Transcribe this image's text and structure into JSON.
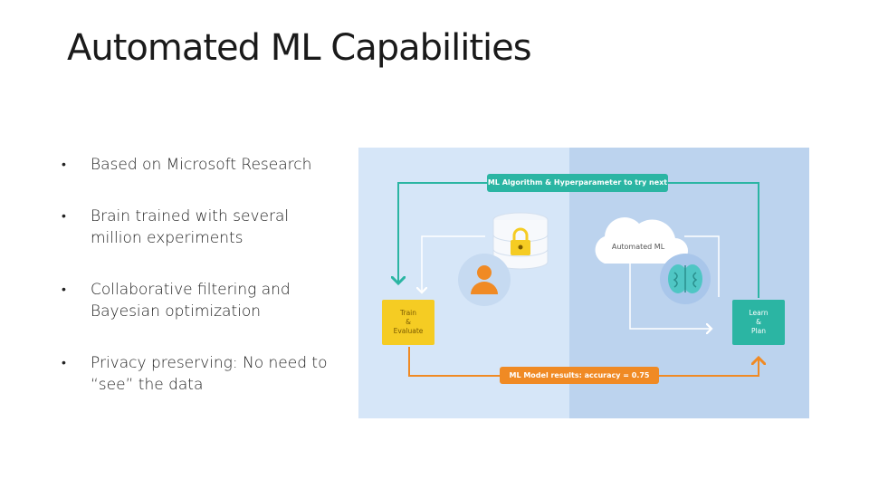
{
  "slide": {
    "title": "Automated ML Capabilities"
  },
  "bullets": [
    {
      "marker": "•",
      "text": "Based on Microsoft Research"
    },
    {
      "marker": "•",
      "text": "Brain trained with several million experiments"
    },
    {
      "marker": "•",
      "text": "Collaborative filtering and Bayesian optimization"
    },
    {
      "marker": "•",
      "text": "Privacy preserving: No need to “see” the data"
    }
  ],
  "diagram": {
    "top_label": "ML Algorithm & Hyperparameter to try next",
    "bottom_label": "ML Model results: accuracy = 0.75",
    "cloud_label": "Automated ML",
    "train_box": [
      "Train",
      "&",
      "Evaluate"
    ],
    "learn_box": [
      "Learn",
      "&",
      "Plan"
    ],
    "icons": [
      "database-lock-icon",
      "person-icon",
      "cloud-icon",
      "brain-icon"
    ],
    "colors": {
      "panel_left": "#d6e6f8",
      "panel_right": "#bcd3ee",
      "teal": "#2bb5a3",
      "orange": "#f08a24",
      "yellow": "#f5cc23",
      "brain": "#4fc6c4"
    }
  }
}
